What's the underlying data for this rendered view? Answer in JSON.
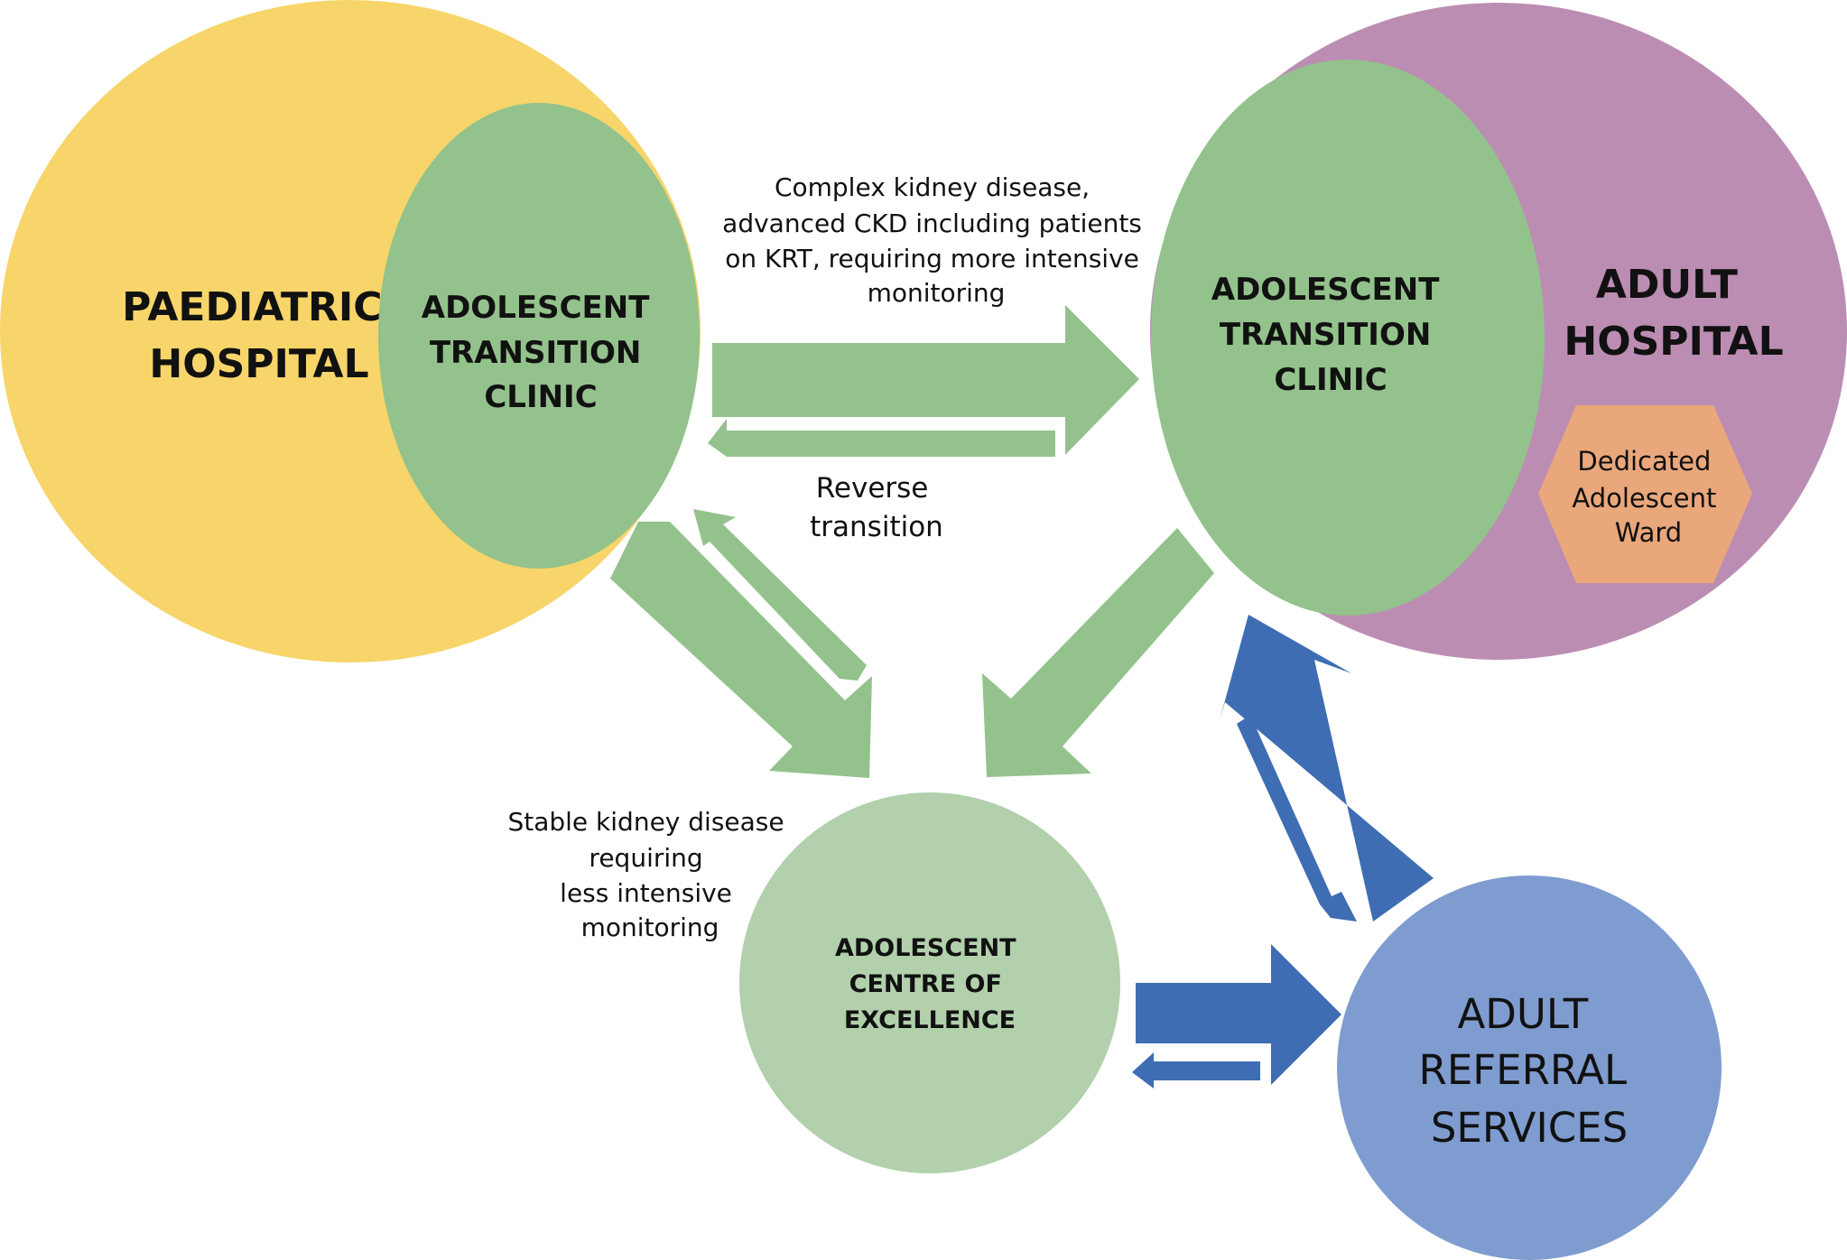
{
  "colors": {
    "paediatric_fill": "#f7d56a",
    "adult_fill": "#bc8db3",
    "clinic_fill": "#93c28c",
    "centre_fill": "#b1d0ab",
    "referral_fill": "#7e9cd0",
    "ward_fill": "#e9a77b",
    "green_arrow": "#93c28c",
    "blue_arrow": "#3e6db3"
  },
  "nodes": {
    "paediatric_hospital": [
      "PAEDIATRIC",
      "HOSPITAL"
    ],
    "paediatric_transition_clinic": [
      "ADOLESCENT",
      "TRANSITION",
      "CLINIC"
    ],
    "adult_transition_clinic": [
      "ADOLESCENT",
      "TRANSITION",
      "CLINIC"
    ],
    "adult_hospital": [
      "ADULT",
      "HOSPITAL"
    ],
    "adolescent_ward": [
      "Dedicated",
      "Adolescent",
      "Ward"
    ],
    "centre_of_excellence": [
      "ADOLESCENT",
      "CENTRE OF",
      "EXCELLENCE"
    ],
    "adult_referral_services": [
      "ADULT",
      "REFERRAL",
      "SERVICES"
    ]
  },
  "annotations": {
    "complex_disease": [
      "Complex kidney disease,",
      "advanced CKD  including patients",
      "on KRT, requiring more intensive",
      "monitoring"
    ],
    "reverse_transition": [
      "Reverse",
      "transition"
    ],
    "stable_disease": [
      "Stable kidney disease",
      "requiring",
      "less intensive",
      "monitoring"
    ]
  },
  "arrows": [
    {
      "id": "paed-to-adult",
      "icon": "arrow-right",
      "color": "green"
    },
    {
      "id": "adult-to-paed-reverse",
      "icon": "arrow-left",
      "color": "green"
    },
    {
      "id": "paed-to-centre",
      "icon": "arrow-down-right",
      "color": "green"
    },
    {
      "id": "centre-to-paed",
      "icon": "arrow-up-left",
      "color": "green"
    },
    {
      "id": "adult-to-centre",
      "icon": "arrow-down-left",
      "color": "green"
    },
    {
      "id": "referral-to-adult",
      "icon": "arrow-up-left",
      "color": "blue"
    },
    {
      "id": "adult-to-referral",
      "icon": "arrow-down-right",
      "color": "blue"
    },
    {
      "id": "centre-to-referral",
      "icon": "arrow-right",
      "color": "blue"
    },
    {
      "id": "referral-to-centre",
      "icon": "arrow-left",
      "color": "blue"
    }
  ]
}
